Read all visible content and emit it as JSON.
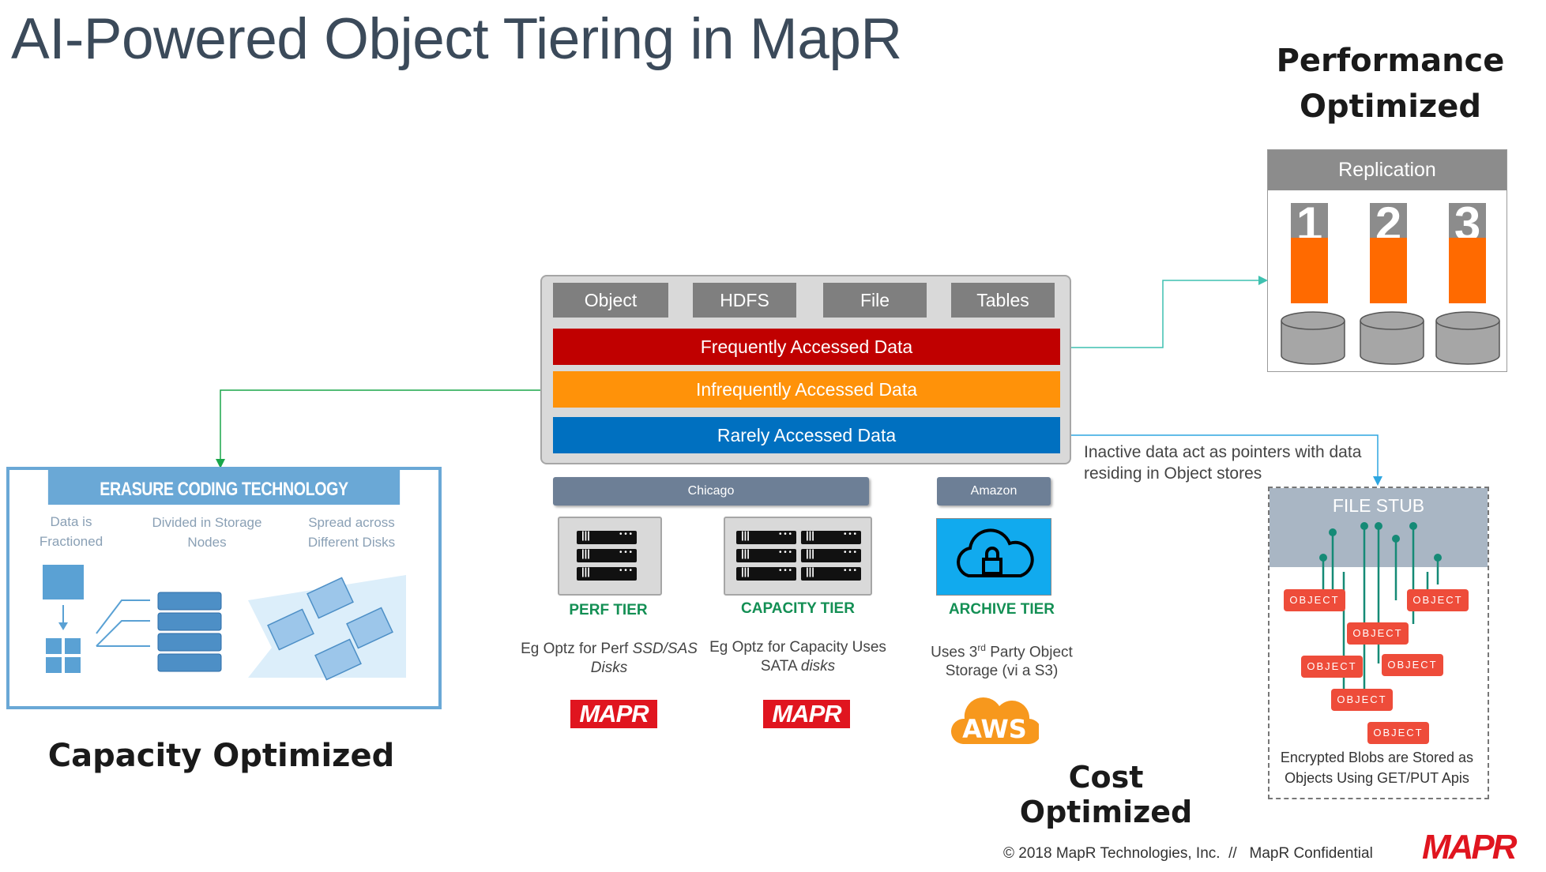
{
  "slide_title": "AI-Powered Object Tiering in MapR",
  "performance_heading": "Performance\nOptimized",
  "replication": {
    "title": "Replication",
    "numbers": [
      "1",
      "2",
      "3"
    ]
  },
  "data_types": [
    "Object",
    "HDFS",
    "File",
    "Tables"
  ],
  "bands": {
    "frequent": "Frequently Accessed Data",
    "infrequent": "Infrequently Accessed Data",
    "rare": "Rarely  Accessed Data"
  },
  "locations": {
    "chicago": "Chicago",
    "amazon": "Amazon"
  },
  "tiers": {
    "perf": {
      "label": "PERF TIER",
      "desc_plain": "Eg Optz for Perf ",
      "desc_italic": "SSD/SAS Disks"
    },
    "capacity": {
      "label": "CAPACITY TIER",
      "desc_plain": "Eg Optz for Capacity Uses SATA ",
      "desc_italic": "disks"
    },
    "archive": {
      "label": "ARCHIVE TIER",
      "desc_pre": "Uses 3",
      "desc_sup": "rd",
      "desc_post": " Party Object Storage (vi a S3)"
    }
  },
  "logos": {
    "mapr": "MAPR",
    "aws": "AWS"
  },
  "erasure": {
    "title": "ERASURE CODING TECHNOLOGY",
    "col1": "Data is Fractioned",
    "col2": "Divided in Storage Nodes",
    "col3": "Spread across Different Disks"
  },
  "capacity_heading": "Capacity Optimized",
  "cost_heading": "Cost Optimized",
  "inactive_note": "Inactive data act as pointers with data residing in Object stores",
  "file_stub": {
    "title": "FILE STUB",
    "object_label": "OBJECT",
    "footer": "Encrypted Blobs are Stored as Objects Using GET/PUT Apis"
  },
  "footer": {
    "copyright": "© 2018 MapR Technologies, Inc.  //   MapR Confidential",
    "logo": "MAPR"
  },
  "colors": {
    "frequent": "#c00000",
    "infrequent": "#ff9209",
    "rare": "#0070c0",
    "tab_gray": "#7f7f7f",
    "replica_orange": "#ff6a00",
    "object_red": "#ee4c3a",
    "erasure_blue": "#6aa8d6",
    "tier_green": "#138f54",
    "mapr_red": "#e0151f",
    "aws_orange": "#f7981d"
  },
  "icons": [
    "cloud-lock-icon",
    "server-icon",
    "disk-icon",
    "aws-cloud-icon"
  ]
}
